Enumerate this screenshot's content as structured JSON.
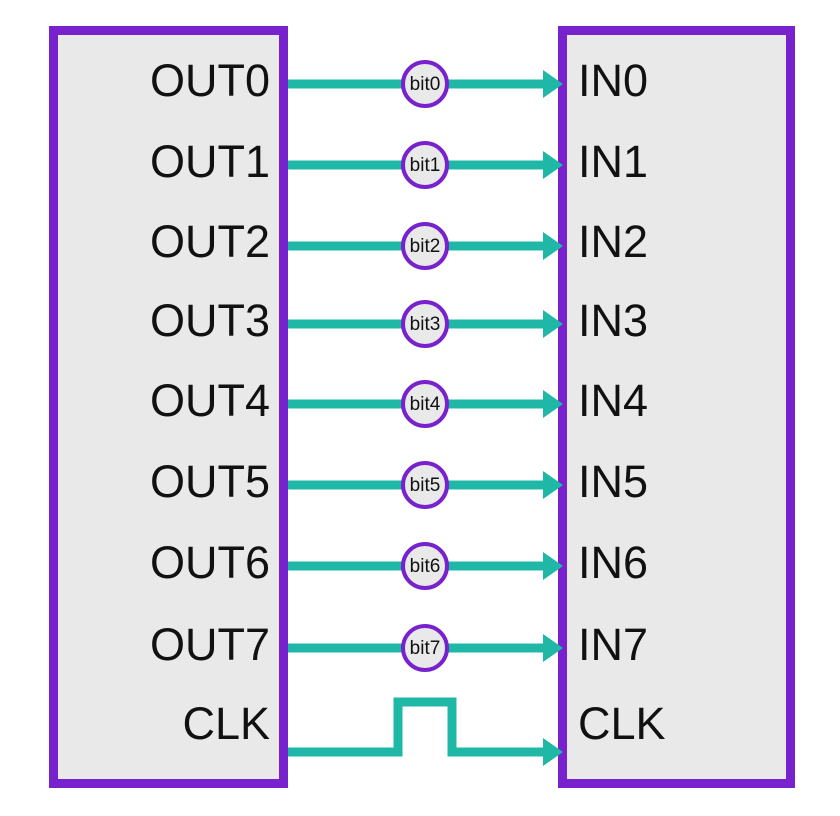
{
  "diagram": {
    "title": "Parallel bus with clock connection between two blocks",
    "colors": {
      "block_border": "#7722cc",
      "block_fill": "#e9e9e9",
      "wire": "#1fb8a6",
      "text": "#111111",
      "background": "#ffffff"
    },
    "left_block": {
      "name": "source-block",
      "ports": [
        {
          "label": "OUT0"
        },
        {
          "label": "OUT1"
        },
        {
          "label": "OUT2"
        },
        {
          "label": "OUT3"
        },
        {
          "label": "OUT4"
        },
        {
          "label": "OUT5"
        },
        {
          "label": "OUT6"
        },
        {
          "label": "OUT7"
        },
        {
          "label": "CLK"
        }
      ]
    },
    "right_block": {
      "name": "destination-block",
      "ports": [
        {
          "label": "IN0"
        },
        {
          "label": "IN1"
        },
        {
          "label": "IN2"
        },
        {
          "label": "IN3"
        },
        {
          "label": "IN4"
        },
        {
          "label": "IN5"
        },
        {
          "label": "IN6"
        },
        {
          "label": "IN7"
        },
        {
          "label": "CLK"
        }
      ]
    },
    "connections": [
      {
        "label": "bit0"
      },
      {
        "label": "bit1"
      },
      {
        "label": "bit2"
      },
      {
        "label": "bit3"
      },
      {
        "label": "bit4"
      },
      {
        "label": "bit5"
      },
      {
        "label": "bit6"
      },
      {
        "label": "bit7"
      }
    ],
    "clock_signal": {
      "name": "clock-pulse",
      "label": ""
    }
  }
}
